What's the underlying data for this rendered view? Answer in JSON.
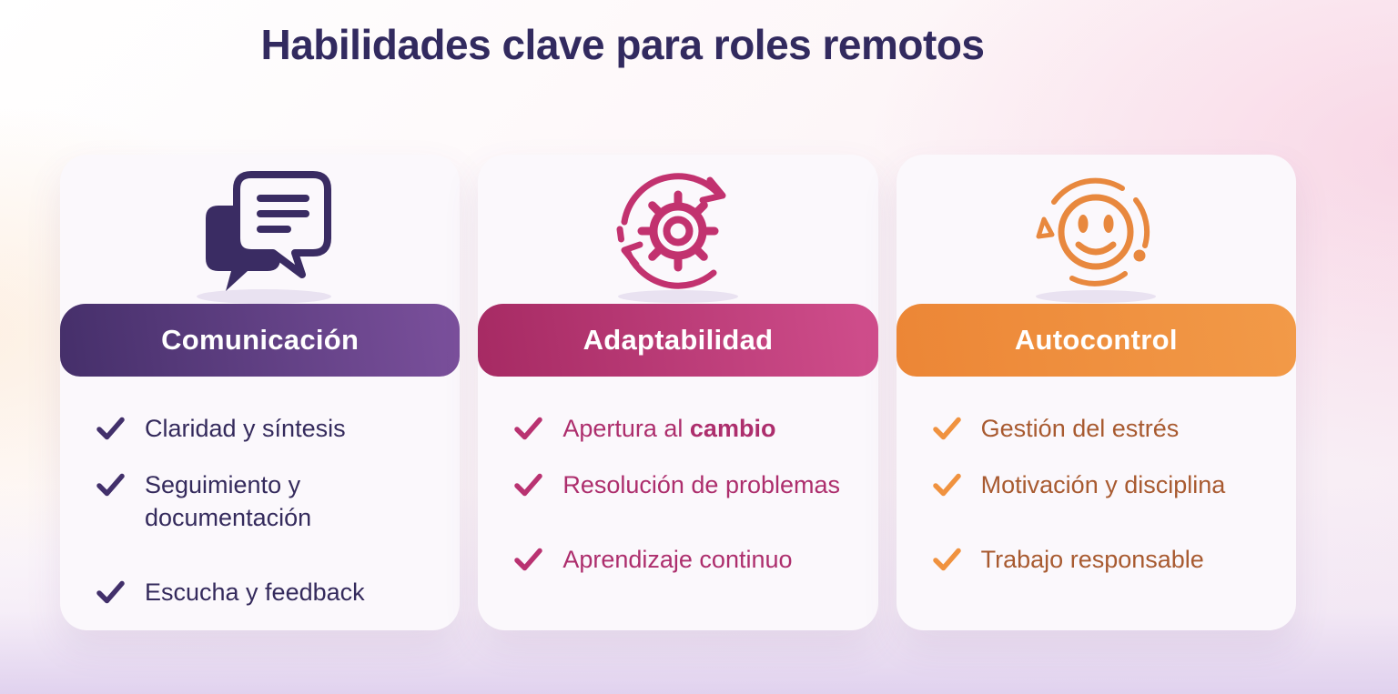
{
  "title": "Habilidades clave para roles remotos",
  "style": {
    "title_color": "#322a5f",
    "card_background": "#fbf8fc",
    "header_text_color": "#ffffff",
    "icon_shadow_color": "#e9e2f1"
  },
  "cards": [
    {
      "name": "Comunicación",
      "icon": "chat-bubbles-icon",
      "icon_color": "#3a2c63",
      "header_gradient": [
        "#452f6a",
        "#7b509c"
      ],
      "text_color": "#342a5c",
      "check_color": "#42306b",
      "items": [
        {
          "text": "Claridad y síntesis",
          "bold": ""
        },
        {
          "text": "Seguimiento y\ndocumentación",
          "bold": ""
        },
        {
          "text": "Escucha y feedback",
          "bold": ""
        }
      ]
    },
    {
      "name": "Adaptabilidad",
      "icon": "gear-refresh-icon",
      "icon_color": "#c2326f",
      "header_gradient": [
        "#a62a63",
        "#d04e8c"
      ],
      "text_color": "#ad2e6d",
      "check_color": "#b93271",
      "items": [
        {
          "text": "Apertura al ",
          "bold": "cambio"
        },
        {
          "text": "Resolución de problemas",
          "bold": ""
        },
        {
          "text": "Aprendizaje continuo",
          "bold": ""
        }
      ]
    },
    {
      "name": "Autocontrol",
      "icon": "smiley-refresh-icon",
      "icon_color": "#e8883e",
      "header_gradient": [
        "#ec8636",
        "#f29a48"
      ],
      "text_color": "#a85a30",
      "check_color": "#f0923f",
      "items": [
        {
          "text": "Gestión del estrés",
          "bold": ""
        },
        {
          "text": "Motivación y disciplina",
          "bold": ""
        },
        {
          "text": "Trabajo responsable",
          "bold": ""
        }
      ]
    }
  ]
}
